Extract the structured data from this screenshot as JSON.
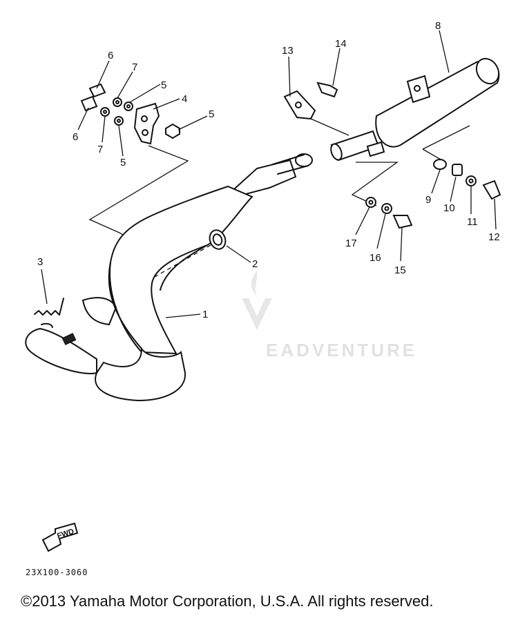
{
  "diagram": {
    "callouts": [
      "1",
      "2",
      "3",
      "4",
      "5",
      "5",
      "5",
      "6",
      "6",
      "7",
      "7",
      "8",
      "9",
      "10",
      "11",
      "12",
      "13",
      "14",
      "15",
      "16",
      "17"
    ],
    "fwd_label": "FWD",
    "catalog_number": "23X100-3060",
    "copyright": "©2013 Yamaha Motor Corporation, U.S.A. All rights reserved.",
    "watermark": "EADVENTURE"
  }
}
